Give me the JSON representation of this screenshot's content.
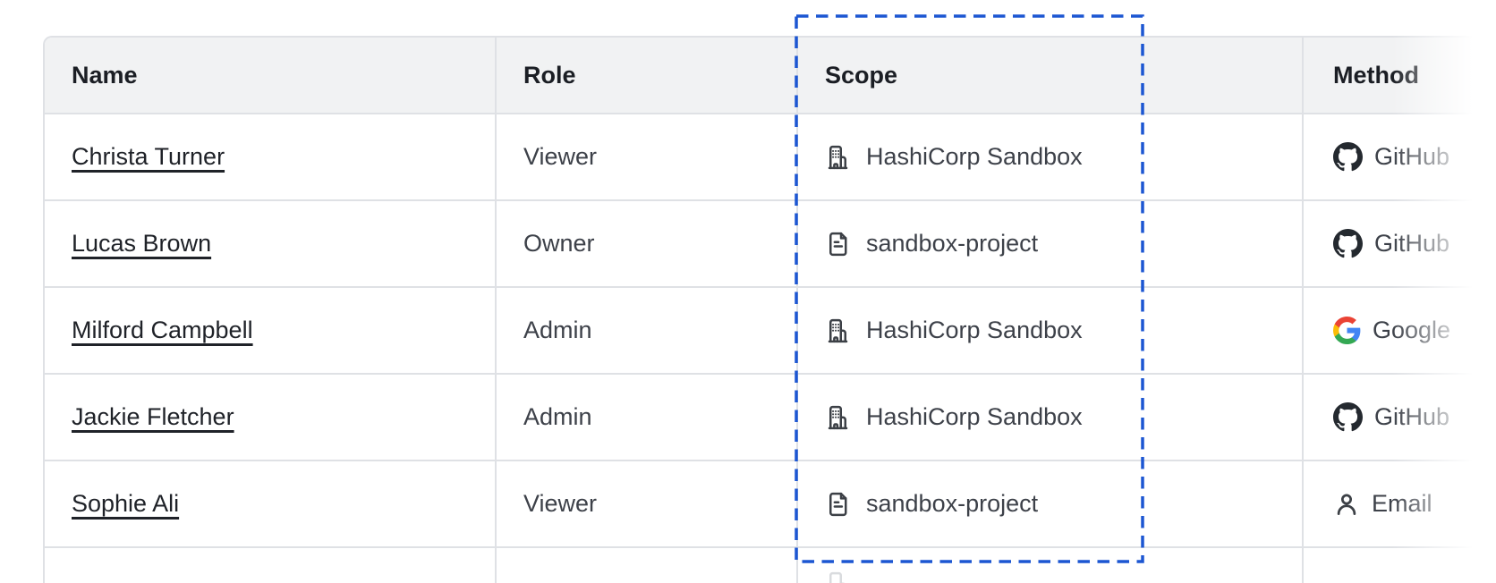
{
  "table": {
    "columns": [
      {
        "label": "Name"
      },
      {
        "label": "Role"
      },
      {
        "label": "Scope"
      },
      {
        "label": "Method"
      }
    ],
    "rows": [
      {
        "name": "Christa Turner",
        "role": "Viewer",
        "scope": {
          "icon": "org",
          "label": "HashiCorp Sandbox"
        },
        "method": {
          "icon": "github",
          "label": "GitHub"
        }
      },
      {
        "name": "Lucas Brown",
        "role": "Owner",
        "scope": {
          "icon": "file",
          "label": "sandbox-project"
        },
        "method": {
          "icon": "github",
          "label": "GitHub"
        }
      },
      {
        "name": "Milford Campbell",
        "role": "Admin",
        "scope": {
          "icon": "org",
          "label": "HashiCorp Sandbox"
        },
        "method": {
          "icon": "google",
          "label": "Google"
        }
      },
      {
        "name": "Jackie Fletcher",
        "role": "Admin",
        "scope": {
          "icon": "org",
          "label": "HashiCorp Sandbox"
        },
        "method": {
          "icon": "github",
          "label": "GitHub"
        }
      },
      {
        "name": "Sophie Ali",
        "role": "Viewer",
        "scope": {
          "icon": "file",
          "label": "sandbox-project"
        },
        "method": {
          "icon": "person",
          "label": "Email"
        }
      }
    ],
    "partial_row": {
      "scope_icon": "org"
    }
  },
  "annotation": {
    "scope_column_highlight": {
      "style": "dashed-rectangle",
      "color": "#1c56d2"
    }
  },
  "colors": {
    "header-bg": "#f1f2f3",
    "border": "#dfe1e5",
    "heading-text": "#1b1e24",
    "name-link": "#1f2228",
    "cell-text": "#3d4149",
    "icon": "#3c4046",
    "focus-ring": "#1c56d2",
    "github": "#24292f",
    "google-blue": "#4285f4",
    "google-green": "#34a853",
    "google-yellow": "#fbbc05",
    "google-red": "#ea4335",
    "faint-icon": "#d9dbde"
  }
}
